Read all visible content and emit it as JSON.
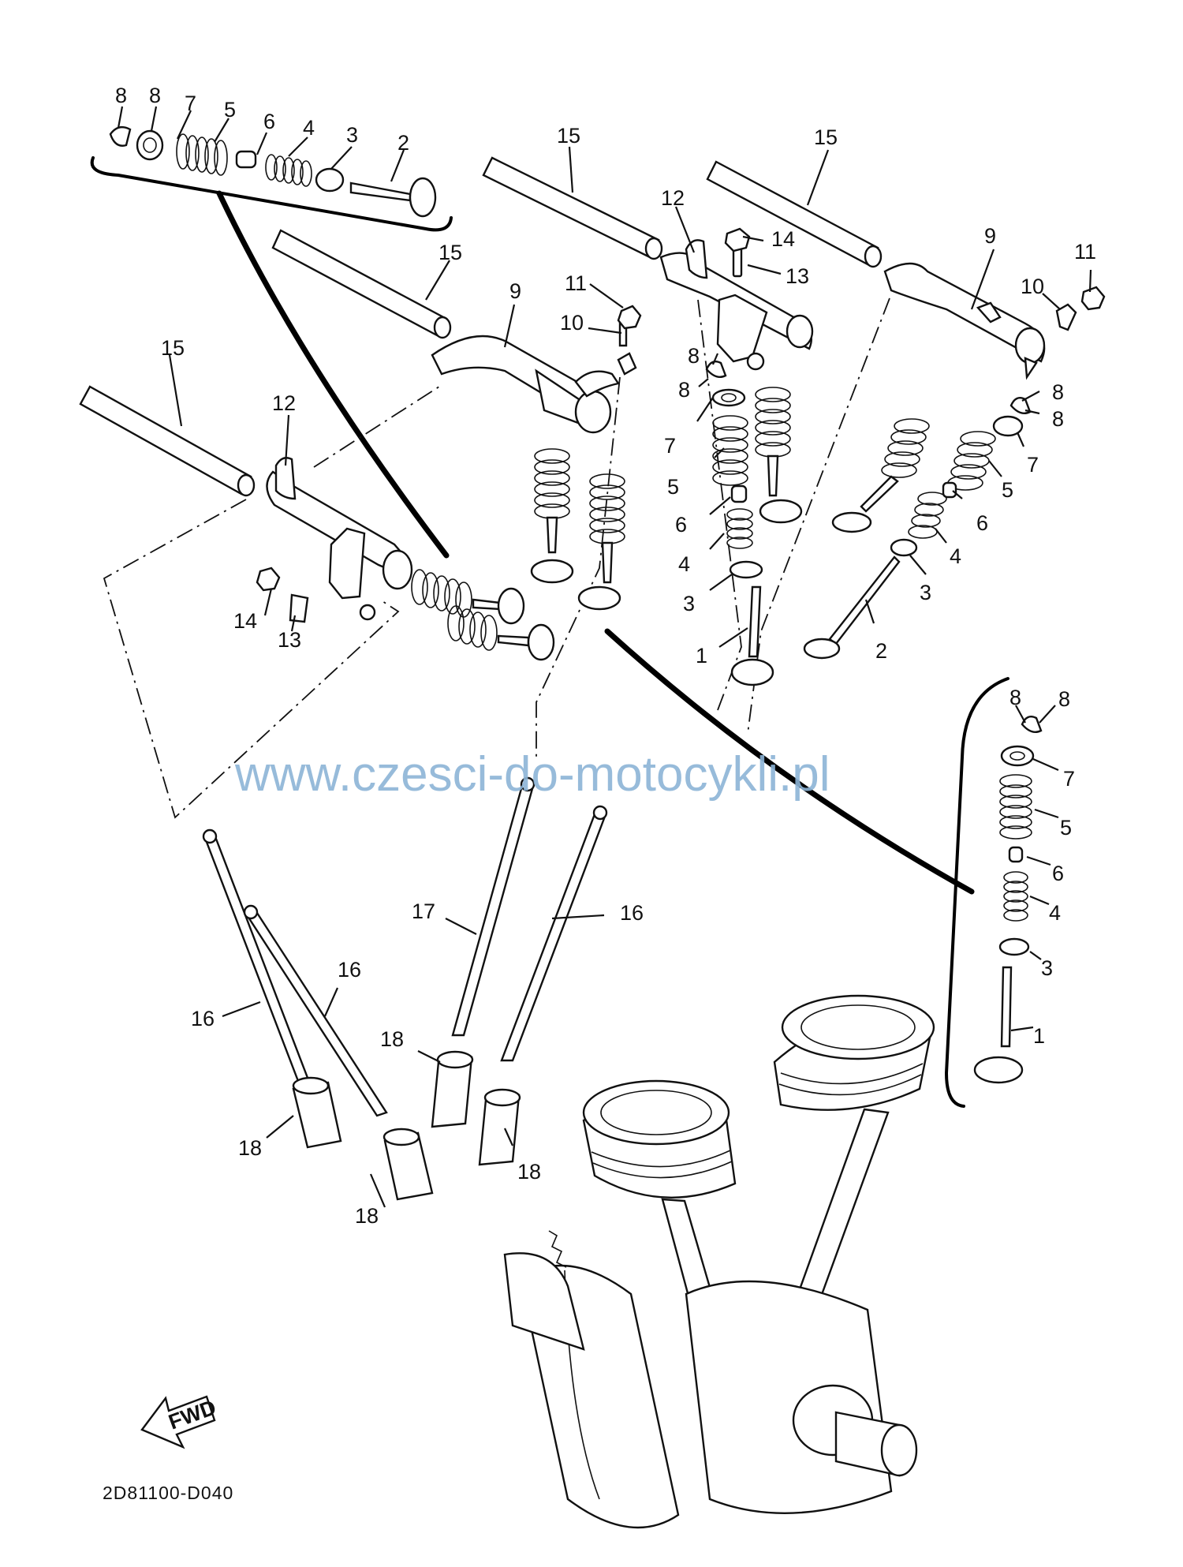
{
  "diagram": {
    "watermark": "www.czesci-do-motocykli.pl",
    "figure_code": "2D81100-D040",
    "fwd_label": "FWD",
    "callouts": [
      {
        "id": "c1",
        "text": "8"
      },
      {
        "id": "c2",
        "text": "8"
      },
      {
        "id": "c3",
        "text": "7"
      },
      {
        "id": "c4",
        "text": "5"
      },
      {
        "id": "c5",
        "text": "6"
      },
      {
        "id": "c6",
        "text": "4"
      },
      {
        "id": "c7",
        "text": "3"
      },
      {
        "id": "c8",
        "text": "2"
      },
      {
        "id": "c9",
        "text": "15"
      },
      {
        "id": "c10",
        "text": "15"
      },
      {
        "id": "c11",
        "text": "15"
      },
      {
        "id": "c12",
        "text": "15"
      },
      {
        "id": "c13",
        "text": "12"
      },
      {
        "id": "c14",
        "text": "12"
      },
      {
        "id": "c15",
        "text": "9"
      },
      {
        "id": "c16",
        "text": "9"
      },
      {
        "id": "c17",
        "text": "11"
      },
      {
        "id": "c18",
        "text": "10"
      },
      {
        "id": "c19",
        "text": "11"
      },
      {
        "id": "c20",
        "text": "10"
      },
      {
        "id": "c21",
        "text": "14"
      },
      {
        "id": "c22",
        "text": "13"
      },
      {
        "id": "c23",
        "text": "14"
      },
      {
        "id": "c24",
        "text": "13"
      },
      {
        "id": "c25",
        "text": "8"
      },
      {
        "id": "c26",
        "text": "8"
      },
      {
        "id": "c27",
        "text": "7"
      },
      {
        "id": "c28",
        "text": "5"
      },
      {
        "id": "c29",
        "text": "6"
      },
      {
        "id": "c30",
        "text": "4"
      },
      {
        "id": "c31",
        "text": "3"
      },
      {
        "id": "c32",
        "text": "1"
      },
      {
        "id": "c33",
        "text": "8"
      },
      {
        "id": "c34",
        "text": "8"
      },
      {
        "id": "c35",
        "text": "7"
      },
      {
        "id": "c36",
        "text": "5"
      },
      {
        "id": "c37",
        "text": "6"
      },
      {
        "id": "c38",
        "text": "4"
      },
      {
        "id": "c39",
        "text": "3"
      },
      {
        "id": "c40",
        "text": "2"
      },
      {
        "id": "c41",
        "text": "8"
      },
      {
        "id": "c42",
        "text": "8"
      },
      {
        "id": "c43",
        "text": "7"
      },
      {
        "id": "c44",
        "text": "5"
      },
      {
        "id": "c45",
        "text": "6"
      },
      {
        "id": "c46",
        "text": "4"
      },
      {
        "id": "c47",
        "text": "3"
      },
      {
        "id": "c48",
        "text": "1"
      },
      {
        "id": "c49",
        "text": "17"
      },
      {
        "id": "c50",
        "text": "16"
      },
      {
        "id": "c51",
        "text": "16"
      },
      {
        "id": "c52",
        "text": "16"
      },
      {
        "id": "c53",
        "text": "18"
      },
      {
        "id": "c54",
        "text": "18"
      },
      {
        "id": "c55",
        "text": "18"
      },
      {
        "id": "c56",
        "text": "18"
      }
    ]
  }
}
